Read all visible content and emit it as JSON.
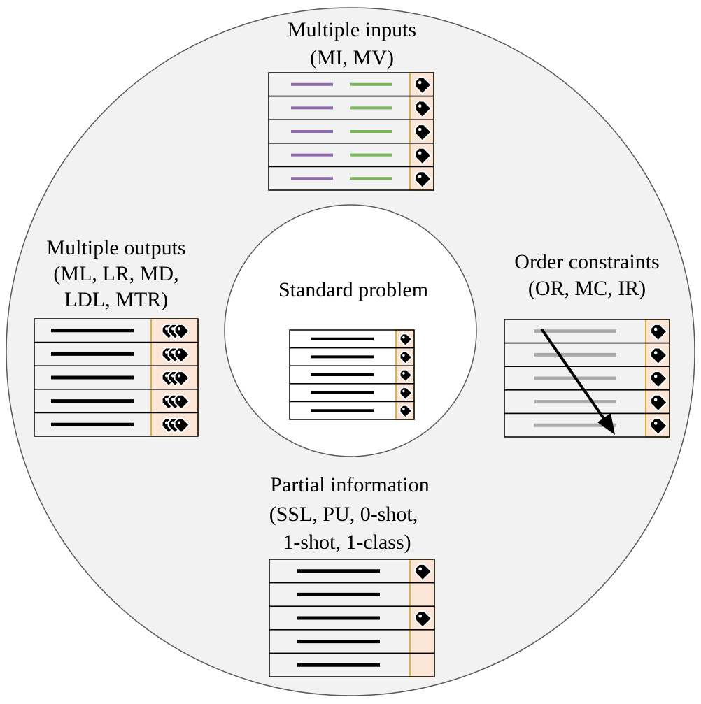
{
  "colors": {
    "outer_fill": "#f2f2f2",
    "circle_stroke": "#595959",
    "inner_fill": "#ffffff",
    "tag_fill": "#fbe5d6",
    "tag_stroke": "#d79b00",
    "line_black": "#000000",
    "line_purple": "#8e6bab",
    "line_green": "#7ab55c",
    "line_gray": "#aaaaaa"
  },
  "center": {
    "label_lines": [
      "Standard problem"
    ],
    "row_count": 5,
    "tags": [
      1,
      1,
      1,
      1,
      1
    ]
  },
  "top": {
    "label_lines": [
      "Multiple inputs",
      "(MI, MV)"
    ],
    "row_count": 5,
    "tags": [
      1,
      1,
      1,
      1,
      1
    ],
    "line_colors": [
      "purple",
      "green"
    ]
  },
  "left": {
    "label_lines": [
      "Multiple outputs",
      "(ML, LR, MD,",
      "LDL, MTR)"
    ],
    "row_count": 5,
    "tags": [
      3,
      3,
      3,
      3,
      3
    ]
  },
  "right": {
    "label_lines": [
      "Order constraints",
      "(OR, MC, IR)"
    ],
    "row_count": 5,
    "tags": [
      1,
      1,
      1,
      1,
      1
    ],
    "line_colors": [
      "gray"
    ],
    "arrow": true
  },
  "bottom": {
    "label_lines": [
      "Partial information",
      "(SSL, PU, 0-shot,",
      "1-shot, 1-class)"
    ],
    "row_count": 5,
    "tags": [
      1,
      0,
      1,
      0,
      0
    ]
  }
}
